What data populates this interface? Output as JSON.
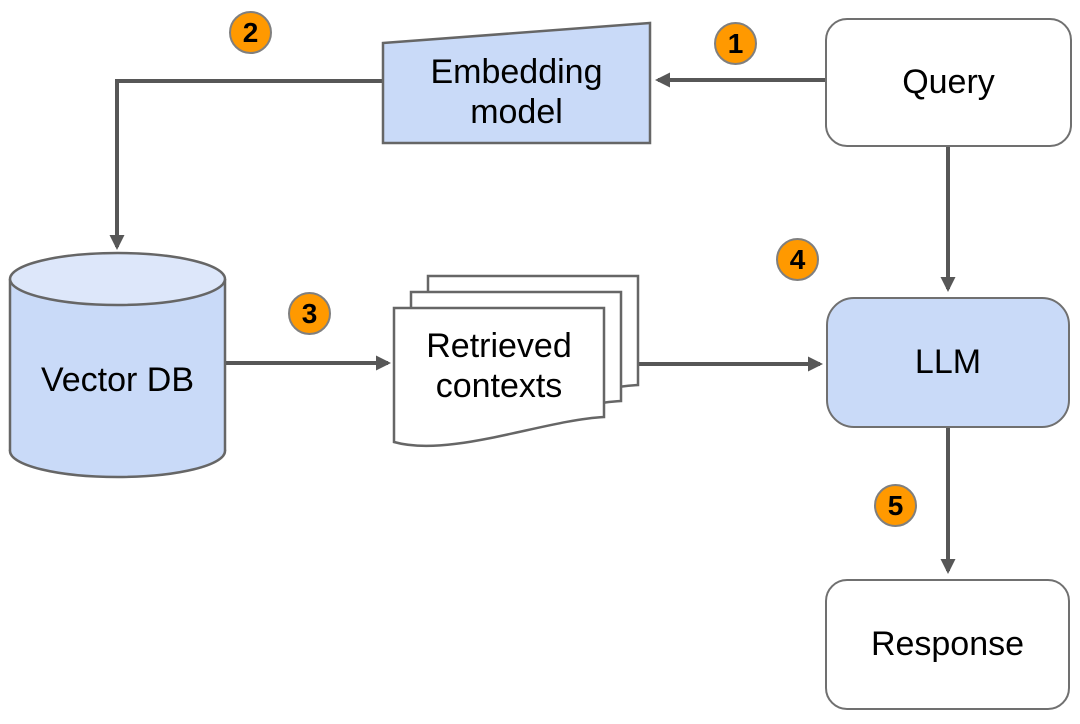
{
  "nodes": {
    "query": {
      "label": "Query",
      "shape": "rounded-rect",
      "fill": "#ffffff"
    },
    "embedding_model": {
      "label": "Embedding model",
      "shape": "trapezoid",
      "fill": "#c9daf8"
    },
    "vector_db": {
      "label": "Vector DB",
      "shape": "cylinder",
      "fill": "#c9daf8"
    },
    "retrieved_contexts": {
      "label": "Retrieved contexts",
      "shape": "document-stack",
      "fill": "#ffffff"
    },
    "llm": {
      "label": "LLM",
      "shape": "rounded-rect",
      "fill": "#c9daf8"
    },
    "response": {
      "label": "Response",
      "shape": "rounded-rect",
      "fill": "#ffffff"
    }
  },
  "steps": [
    "1",
    "2",
    "3",
    "4",
    "5"
  ],
  "edges": [
    {
      "step": "1",
      "from": "Query",
      "to": "Embedding model"
    },
    {
      "step": "2",
      "from": "Embedding model",
      "to": "Vector DB"
    },
    {
      "step": "3",
      "from": "Vector DB",
      "to": "Retrieved contexts"
    },
    {
      "step": "4",
      "from": "Retrieved contexts",
      "to": "LLM"
    },
    {
      "step": "",
      "from": "Query",
      "to": "LLM"
    },
    {
      "step": "5",
      "from": "LLM",
      "to": "Response"
    }
  ],
  "colors": {
    "node_fill_blue": "#c9daf8",
    "cylinder_top_fill": "#dde7fa",
    "node_fill_white": "#ffffff",
    "shape_border": "#666666",
    "arrow": "#575757",
    "badge_fill": "#ff9900",
    "badge_border": "#7f7f7f",
    "text": "#000000"
  }
}
